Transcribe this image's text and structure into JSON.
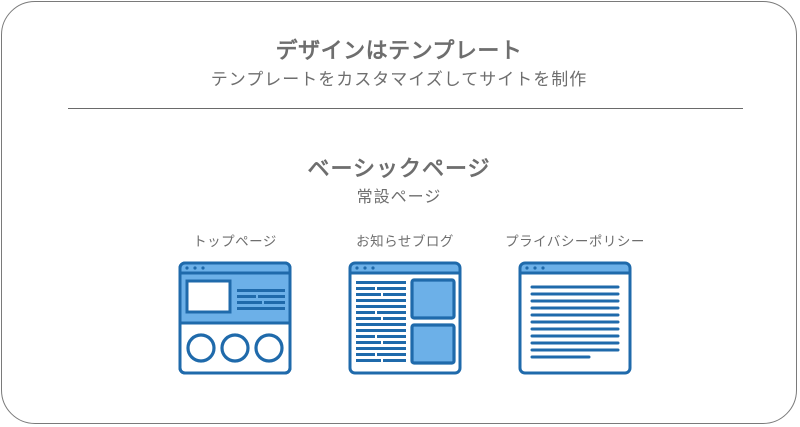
{
  "header": {
    "title": "デザインはテンプレート",
    "subtitle": "テンプレートをカスタマイズしてサイトを制作"
  },
  "section": {
    "title": "ベーシックページ",
    "subtitle": "常設ページ"
  },
  "pages": [
    {
      "label": "トップページ",
      "icon": "top-page-wireframe-icon"
    },
    {
      "label": "お知らせブログ",
      "icon": "blog-wireframe-icon"
    },
    {
      "label": "プライバシーポリシー",
      "icon": "privacy-policy-wireframe-icon"
    }
  ],
  "colors": {
    "icon_stroke": "#1f6aab",
    "icon_fill": "#6cb0e8",
    "text": "#6e6e6e",
    "border": "#7a7a7a"
  }
}
